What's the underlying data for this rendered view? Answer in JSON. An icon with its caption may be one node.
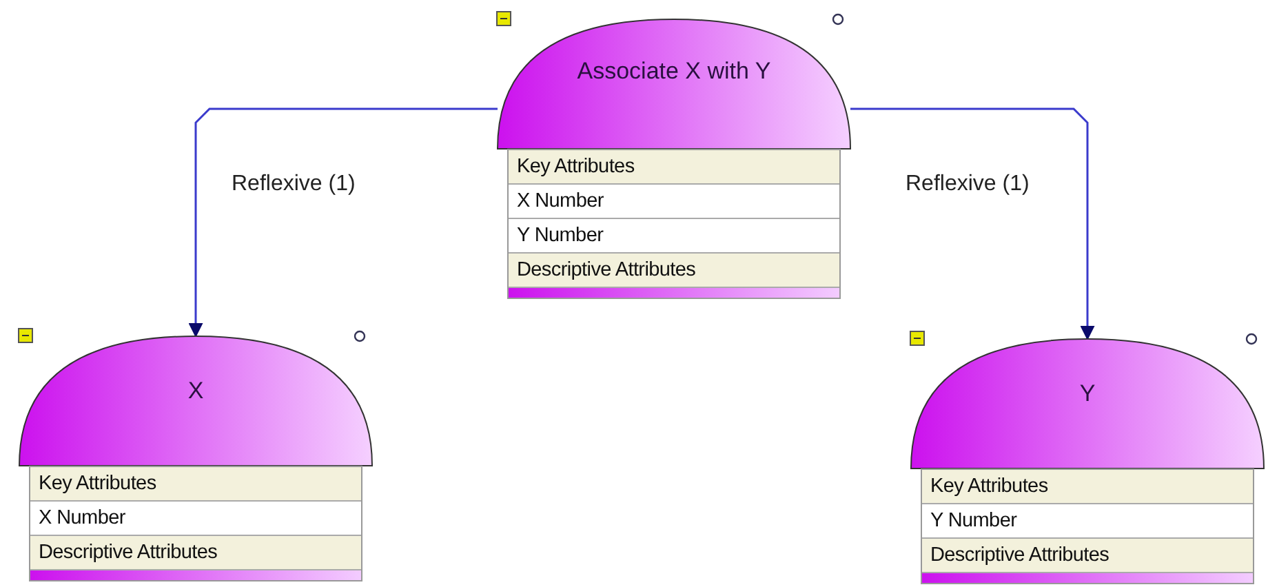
{
  "diagram": {
    "nodes": [
      {
        "text": [
          "Associate X with Y",
          "Key Attributes",
          "X Number",
          "Y Number",
          "Descriptive Attributes"
        ]
      },
      {
        "text": [
          "X",
          "Key Attributes",
          "X Number",
          "Descriptive Attributes"
        ]
      },
      {
        "text": [
          "Y",
          "Key Attributes",
          "Y Number",
          "Descriptive Attributes"
        ]
      }
    ],
    "edges": [
      {
        "from": 0,
        "to": 1,
        "arrow": "to",
        "label": "Reflexive (1)"
      },
      {
        "from": 0,
        "to": 2,
        "arrow": "to",
        "label": "Reflexive (1)"
      }
    ]
  }
}
